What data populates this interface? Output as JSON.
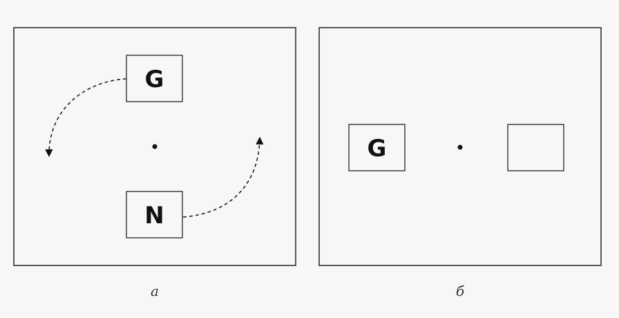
{
  "panels": [
    {
      "caption": "а",
      "boxes": [
        {
          "label": "G"
        },
        {
          "label": "N"
        }
      ]
    },
    {
      "caption": "б",
      "boxes": [
        {
          "label": "G"
        },
        {
          "label": ""
        }
      ]
    }
  ],
  "colors": {
    "stroke": "#222222",
    "panel_fill": "#f7f7f7",
    "box_fill": "#f7f7f7"
  }
}
